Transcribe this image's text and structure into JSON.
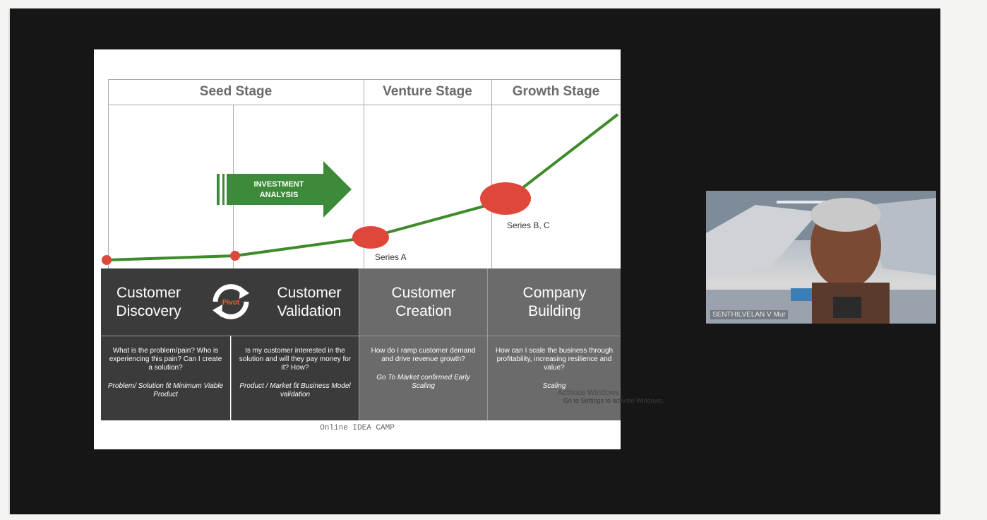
{
  "slide": {
    "stages": [
      {
        "label": "Seed Stage"
      },
      {
        "label": "Venture Stage"
      },
      {
        "label": "Growth Stage"
      }
    ],
    "arrow_label_line1": "INVESTMENT",
    "arrow_label_line2": "ANALYSIS",
    "funding_labels": {
      "series_a": "Series A",
      "series_bc": "Series B, C"
    },
    "phases": [
      {
        "line1": "Customer",
        "line2": "Discovery",
        "bg": "#3b3b3b"
      },
      {
        "line1": "Customer",
        "line2": "Validation",
        "bg": "#3b3b3b"
      },
      {
        "line1": "Customer",
        "line2": "Creation",
        "bg": "#6b6b6b"
      },
      {
        "line1": "Company",
        "line2": "Building",
        "bg": "#6b6b6b"
      }
    ],
    "pivot_label": "Pivot",
    "descriptions": [
      {
        "question": "What is the problem/pain? Who is experiencing this pain? Can I create a solution?",
        "fit": "Problem/ Solution fit Minimum Viable Product"
      },
      {
        "question": "Is my customer interested in the solution and will they pay money for it? How?",
        "fit": "Product / Market fit Business Model validation"
      },
      {
        "question": "How do I ramp customer demand and drive revenue growth?",
        "fit": "Go To Market confirmed Early Scaling"
      },
      {
        "question": "How can I scale the business through profitability, increasing resilience and value?",
        "fit": "Scaling"
      }
    ],
    "footer": "Online IDEA CAMP"
  },
  "webcam": {
    "participant_name": "SENTHILVELAN V Mur"
  },
  "watermark": {
    "line1": "Activate Windows",
    "line2": "Go to Settings to activate Windows."
  },
  "colors": {
    "growth_line": "#3f8a2a",
    "funding_dot": "#e0473b",
    "arrow": "#3d8b3a",
    "pivot_text": "#e8612c"
  }
}
